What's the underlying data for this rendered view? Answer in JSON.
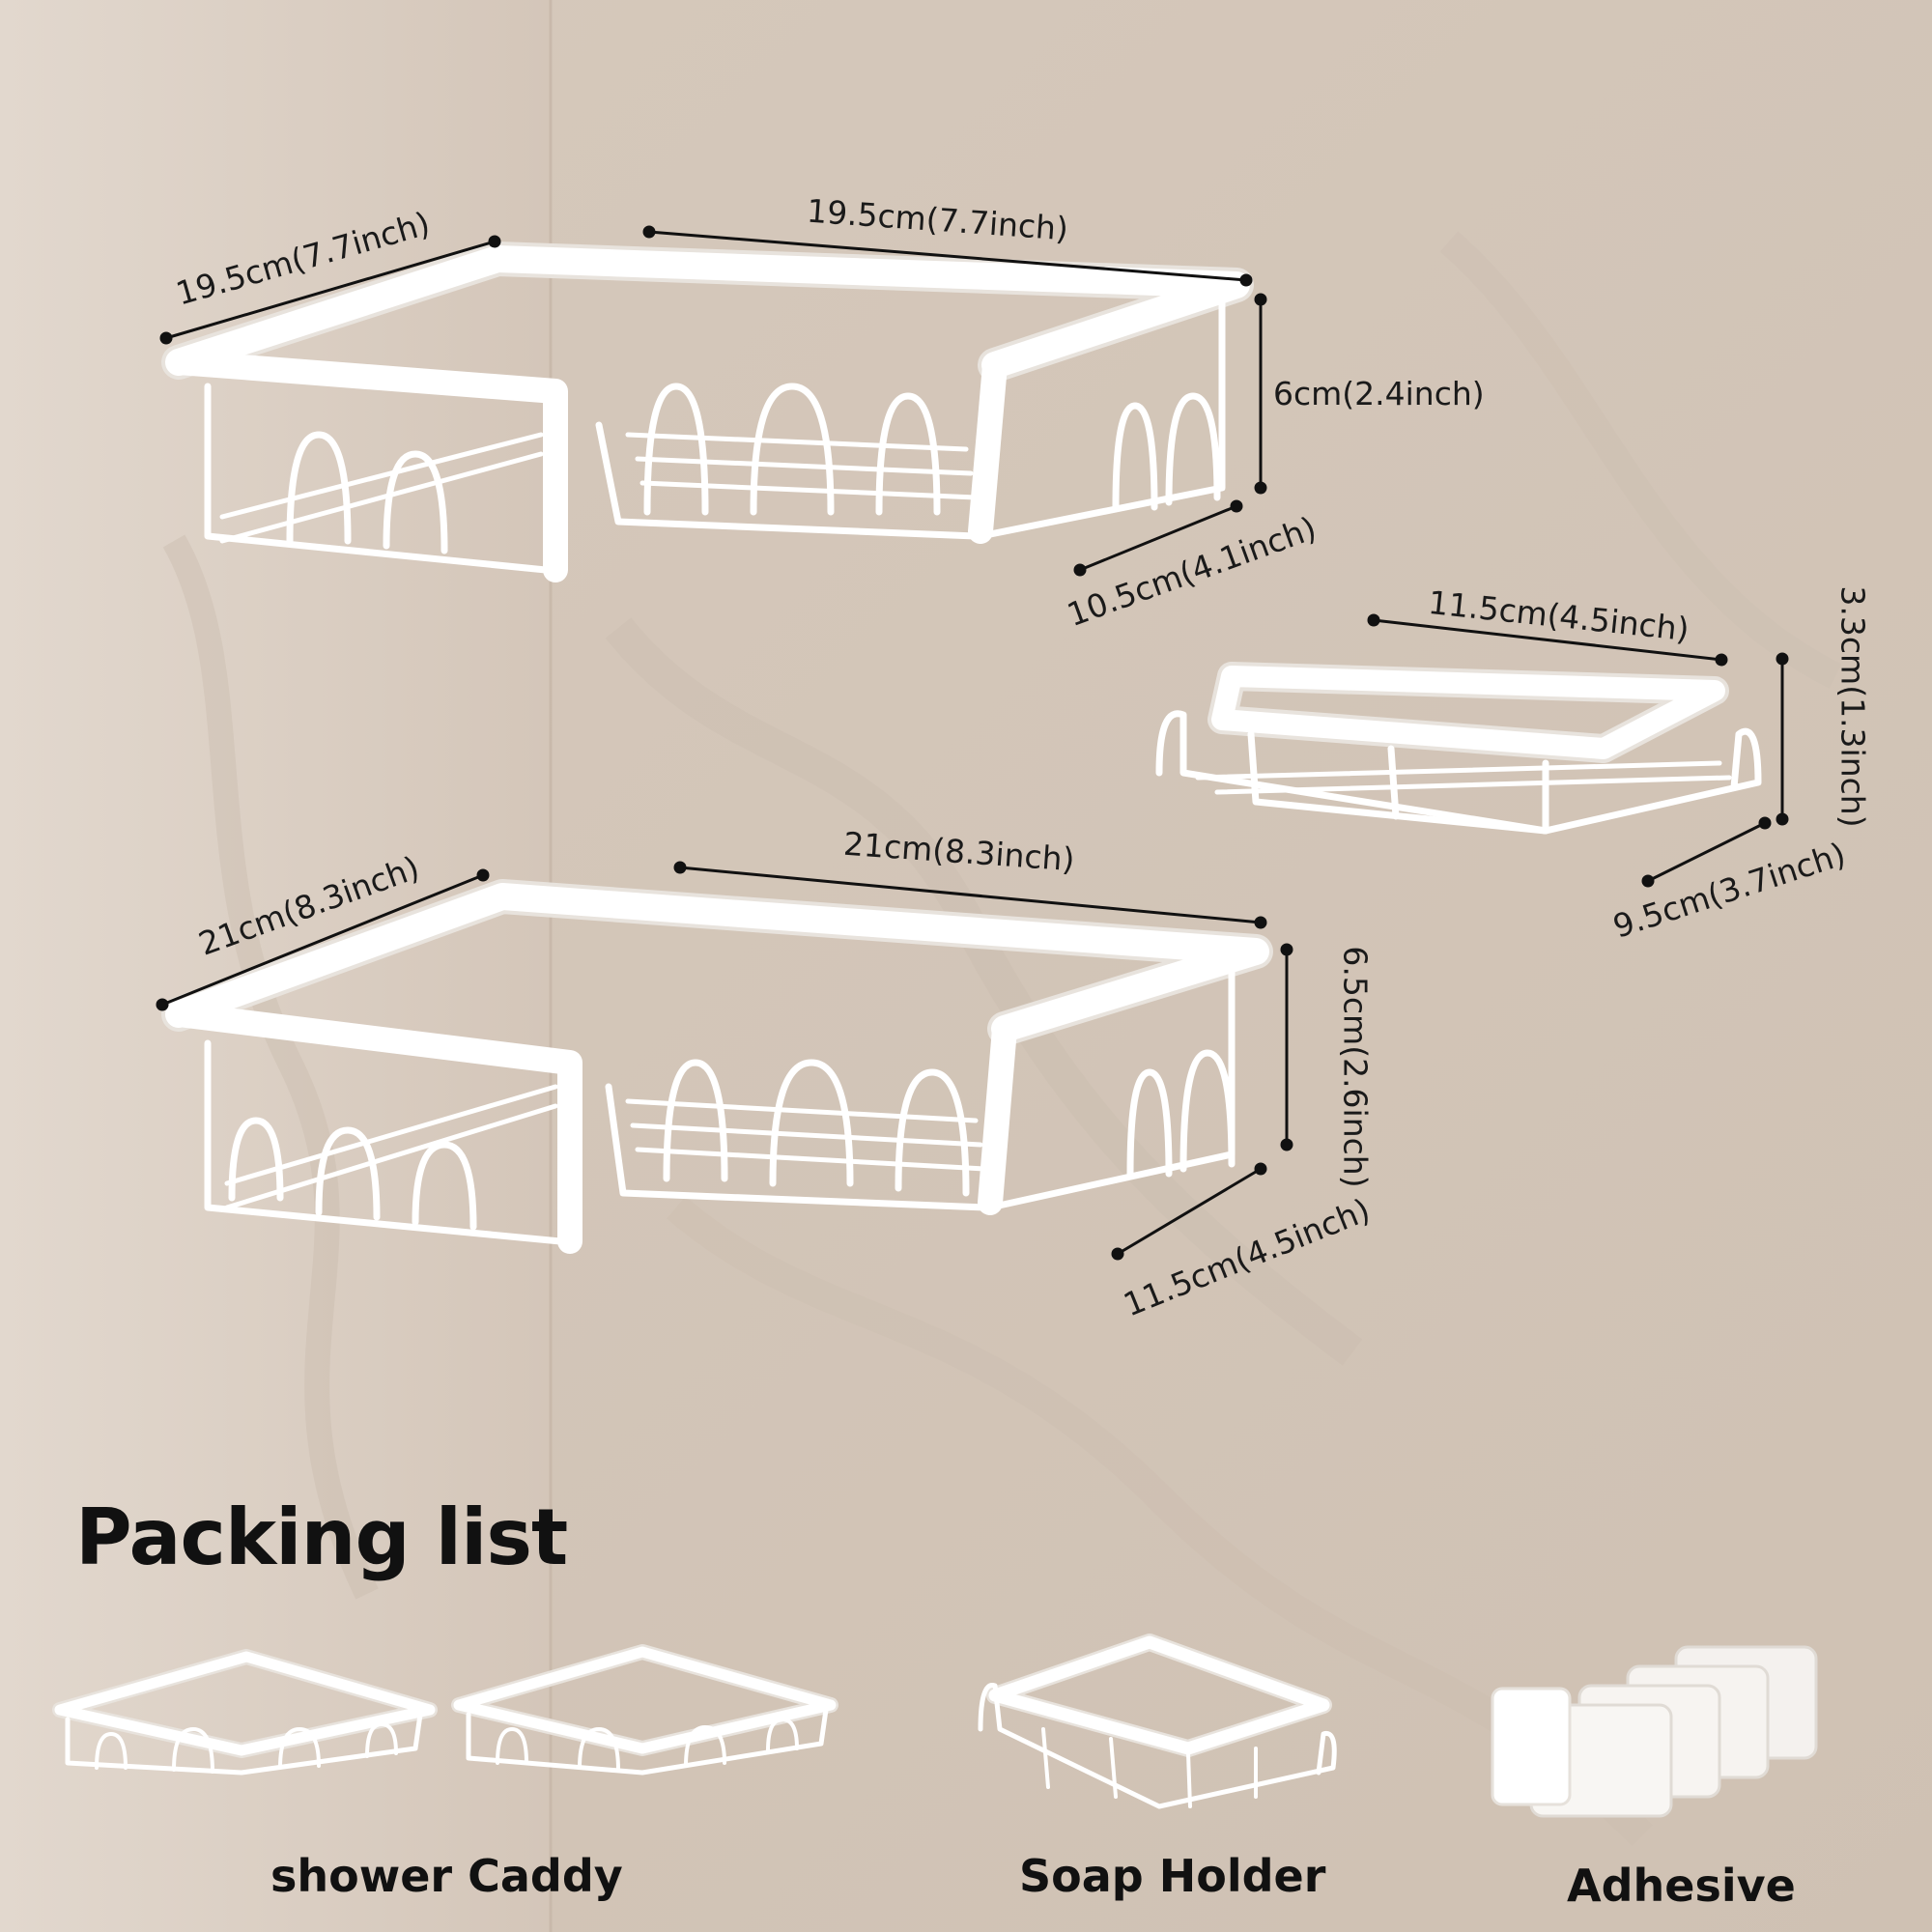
{
  "dimensions": {
    "large_caddy": {
      "left_width": "19.5cm(7.7inch)",
      "back_width": "19.5cm(7.7inch)",
      "height": "6cm(2.4inch)",
      "depth": "10.5cm(4.1inch)"
    },
    "soap_holder": {
      "width": "11.5cm(4.5inch)",
      "height": "3.3cm(1.3inch)",
      "depth": "9.5cm(3.7inch)"
    },
    "lower_caddy": {
      "left_width": "21cm(8.3inch)",
      "back_width": "21cm(8.3inch)",
      "height": "6.5cm(2.6inch)",
      "depth": "11.5cm(4.5inch)"
    }
  },
  "packing_list": {
    "title": "Packing list",
    "items": [
      {
        "label": "shower Caddy"
      },
      {
        "label": "Soap Holder"
      },
      {
        "label": "Adhesive"
      }
    ]
  },
  "colors": {
    "wall": "#d9cdc2",
    "wall_shadow": "#c5b6a8",
    "metal": "#ffffff",
    "ink": "#111111"
  }
}
